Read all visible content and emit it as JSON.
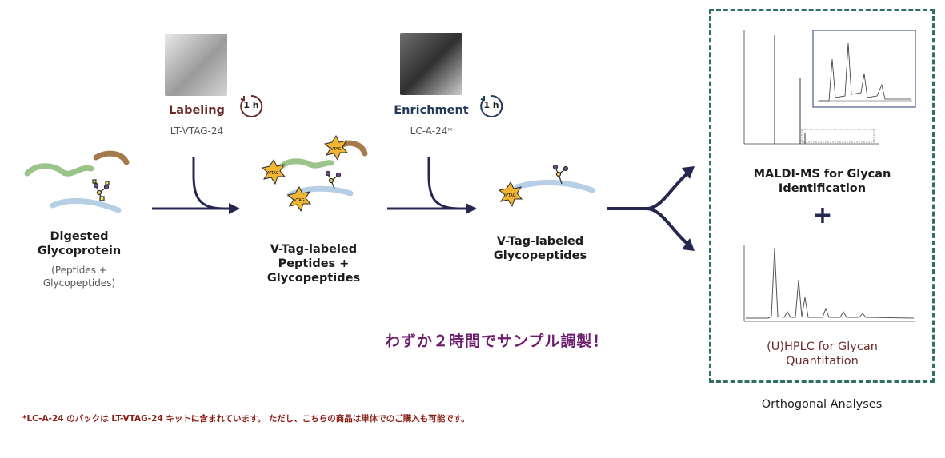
{
  "colors": {
    "navy": "#262751",
    "labeling": "#6b2b2b",
    "enrichment": "#24385a",
    "teal": "#2e6f6a",
    "purple": "#6c1d6e",
    "note": "#8a1c14",
    "tag_fill": "#f2b534",
    "peptide_green": "#9bc48a",
    "peptide_blue": "#b7cfe6",
    "peptide_brown": "#a57a4d"
  },
  "stages": {
    "digest_title": "Digested Glycoprotein",
    "digest_sub": "(Peptides + Glycopeptides)",
    "labeled_title": "V-Tag-labeled Peptides + Glycopeptides",
    "enriched_title": "V-Tag-labeled Glycopeptides"
  },
  "steps": {
    "labeling": {
      "label": "Labeling",
      "kit": "LT-VTAG-24",
      "time": "1 h",
      "photo_icon": "labeling-vial-photo"
    },
    "enrichment": {
      "label": "Enrichment",
      "kit": "LC-A-24*",
      "time": "1 h",
      "photo_icon": "enrichment-gloved-hand-photo"
    }
  },
  "tag_text": "VTAG",
  "analyses": {
    "maldi_title": "MALDI-MS for Glycan Identification",
    "plus": "+",
    "hplc_title": "(U)HPLC for Glycan Quantitation",
    "footer": "Orthogonal Analyses"
  },
  "tagline": "わずか２時間でサンプル調製！",
  "footnote": "*LC-A-24 のパックは LT-VTAG-24 キットに含まれています。 ただし、こちらの商品は単体でのご購入も可能です。"
}
